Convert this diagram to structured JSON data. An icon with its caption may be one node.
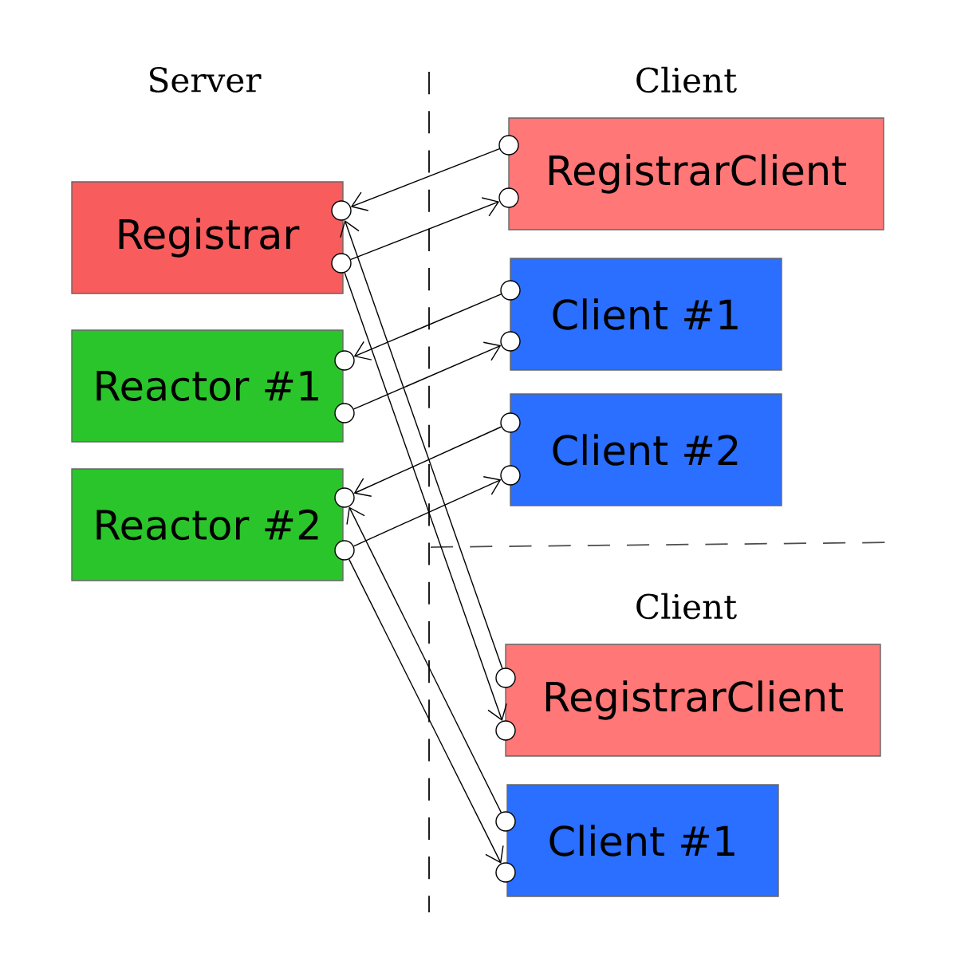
{
  "diagram": {
    "nodes": [
      {
        "text": [
          "Registrar"
        ]
      },
      {
        "text": [],
        "shape": "circle"
      },
      {
        "text": [],
        "shape": "circle"
      },
      {
        "text": [
          "Reactor #1"
        ]
      },
      {
        "text": [],
        "shape": "circle"
      },
      {
        "text": [],
        "shape": "circle"
      },
      {
        "text": [
          "Reactor #2"
        ]
      },
      {
        "text": [],
        "shape": "circle"
      },
      {
        "text": [],
        "shape": "circle"
      },
      {
        "text": [
          "RegistrarClient"
        ]
      },
      {
        "text": [],
        "shape": "circle"
      },
      {
        "text": [],
        "shape": "circle"
      },
      {
        "text": [
          "Client #1"
        ]
      },
      {
        "text": [],
        "shape": "circle"
      },
      {
        "text": [],
        "shape": "circle"
      },
      {
        "text": [
          "Client #2"
        ]
      },
      {
        "text": [],
        "shape": "circle"
      },
      {
        "text": [],
        "shape": "circle"
      },
      {
        "text": [
          "RegistrarClient"
        ]
      },
      {
        "text": [],
        "shape": "circle"
      },
      {
        "text": [],
        "shape": "circle"
      },
      {
        "text": [
          "Client #1"
        ]
      },
      {
        "text": [],
        "shape": "circle"
      },
      {
        "text": [],
        "shape": "circle"
      }
    ],
    "edges": [
      {
        "from": 10,
        "to": 1,
        "arrow": "to"
      },
      {
        "from": 2,
        "to": 11,
        "arrow": "to"
      },
      {
        "from": 13,
        "to": 4,
        "arrow": "to"
      },
      {
        "from": 5,
        "to": 14,
        "arrow": "to"
      },
      {
        "from": 16,
        "to": 7,
        "arrow": "to"
      },
      {
        "from": 8,
        "to": 17,
        "arrow": "to"
      },
      {
        "from": 19,
        "to": 1,
        "arrow": "to"
      },
      {
        "from": 2,
        "to": 20,
        "arrow": "to"
      },
      {
        "from": 22,
        "to": 7,
        "arrow": "to"
      },
      {
        "from": 8,
        "to": 23,
        "arrow": "to"
      }
    ],
    "labels": [
      "Server",
      "Client",
      "Client"
    ]
  }
}
